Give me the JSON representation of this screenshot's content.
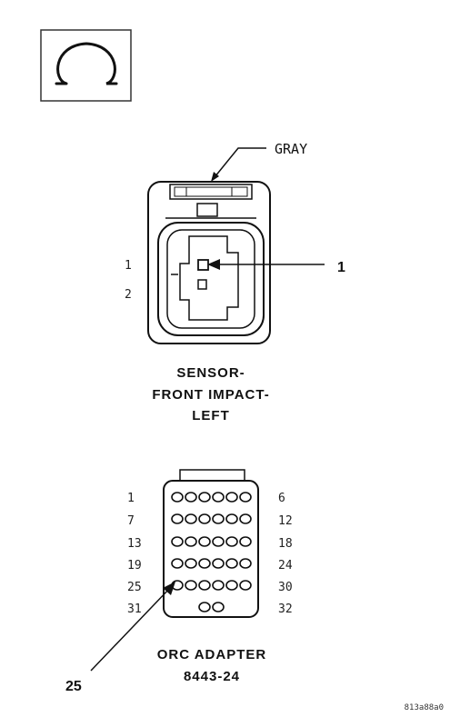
{
  "symbol": {
    "name": "ohmmeter-symbol",
    "glyph": "Ω"
  },
  "wire_color_label": "GRAY",
  "sensor_connector": {
    "pin_labels": [
      "1",
      "2"
    ],
    "callout": "1",
    "title_lines": [
      "SENSOR-",
      "FRONT IMPACT-",
      "LEFT"
    ]
  },
  "orc_adapter": {
    "left_labels": [
      "1",
      "7",
      "13",
      "19",
      "25",
      "31"
    ],
    "right_labels": [
      "6",
      "12",
      "18",
      "24",
      "30",
      "32"
    ],
    "callout": "25",
    "title_lines": [
      "ORC ADAPTER",
      "8443-24"
    ]
  },
  "figure_id": "813a88a0"
}
